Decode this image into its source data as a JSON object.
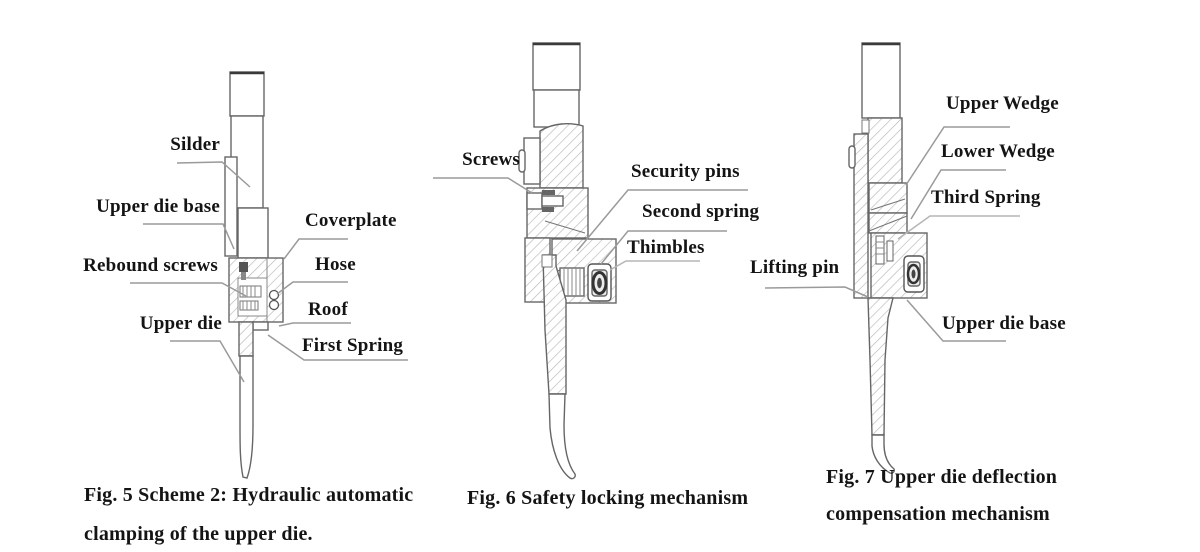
{
  "page": {
    "background": "#ffffff"
  },
  "colors": {
    "line": "#666666",
    "dark_line": "#3a3a3a",
    "leader": "#9a9a9a",
    "light_leader": "#b5b5b5",
    "hatch": "#b8b8b8",
    "text": "#141414"
  },
  "fig5": {
    "caption": {
      "line1": "Fig. 5 Scheme 2: Hydraulic automatic",
      "line2": "clamping of the upper die."
    },
    "labels": {
      "silder": "Silder",
      "upper_die_base": "Upper die base",
      "coverplate": "Coverplate",
      "rebound_screws": "Rebound screws",
      "hose": "Hose",
      "roof": "Roof",
      "first_spring": "First Spring",
      "upper_die": "Upper die"
    }
  },
  "fig6": {
    "caption": {
      "line1": "Fig. 6 Safety locking mechanism"
    },
    "labels": {
      "screws": "Screws",
      "security_pins": "Security pins",
      "second_spring": "Second spring",
      "thimbles": "Thimbles"
    }
  },
  "fig7": {
    "caption": {
      "line1": "Fig. 7 Upper die deflection",
      "line2": "compensation mechanism"
    },
    "labels": {
      "upper_wedge": "Upper Wedge",
      "lower_wedge": "Lower Wedge",
      "third_spring": "Third Spring",
      "lifting_pin": "Lifting pin",
      "upper_die_base": "Upper die base"
    }
  }
}
